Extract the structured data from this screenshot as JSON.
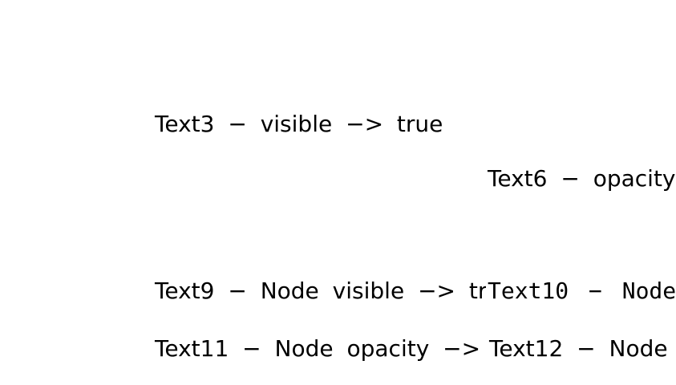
{
  "page": {
    "background_color": "#ffffff",
    "text_color": "#000000"
  },
  "labels": {
    "text3": {
      "text": "Text3 − visible −> true"
    },
    "text6": {
      "text": "Text6 − opacity"
    },
    "text9": {
      "text": "Text9 − Node visible −> true"
    },
    "text10": {
      "text": "Text10 − Node"
    },
    "text11": {
      "text": "Text11 − Node opacity −> 0"
    },
    "text12": {
      "text": "Text12 − Node"
    }
  }
}
